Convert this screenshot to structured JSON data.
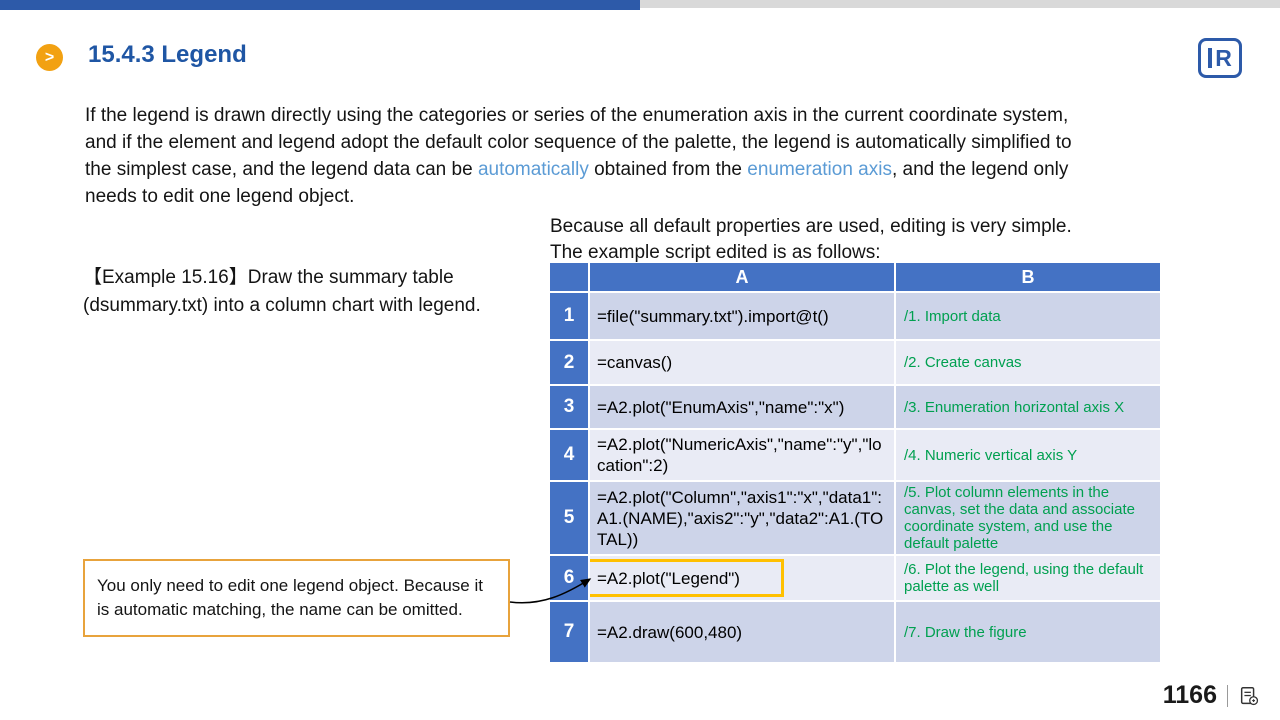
{
  "slide": {
    "title": "15.4.3 Legend",
    "page_number": "1166"
  },
  "intro": {
    "lines": [
      [
        {
          "t": "If the legend is drawn directly using the categories or series of the enumeration axis in the current coordinate system,"
        }
      ],
      [
        {
          "t": "and if the element and legend adopt the default color sequence of the palette, the legend is automatically simplified to"
        }
      ],
      [
        {
          "t": "the simplest case, and the legend data can be "
        },
        {
          "t": "automatically",
          "hl": true
        },
        {
          "t": " obtained from the "
        },
        {
          "t": "enumeration axis",
          "hl": true
        },
        {
          "t": ", and the legend only"
        }
      ],
      [
        {
          "t": "needs to edit one legend object."
        }
      ]
    ]
  },
  "example": {
    "line1": "【Example 15.16】Draw the summary table",
    "line2": "(dsummary.txt) into a column chart with legend."
  },
  "script_intro": {
    "line1": "Because all default properties are used, editing is very simple.",
    "line2": "The example script edited is as follows:"
  },
  "table": {
    "headers": {
      "corner": "",
      "a": "A",
      "b": "B"
    },
    "rows": [
      {
        "num": "1",
        "code": "=file(\"summary.txt\").import@t()",
        "comment": "/1. Import data"
      },
      {
        "num": "2",
        "code": "=canvas()",
        "comment": "/2. Create canvas"
      },
      {
        "num": "3",
        "code": "=A2.plot(\"EnumAxis\",\"name\":\"x\")",
        "comment": "/3. Enumeration horizontal axis X"
      },
      {
        "num": "4",
        "code": "=A2.plot(\"NumericAxis\",\"name\":\"y\",\"location\":2)",
        "comment": "/4. Numeric vertical axis Y"
      },
      {
        "num": "5",
        "code": "=A2.plot(\"Column\",\"axis1\":\"x\",\"data1\":A1.(NAME),\"axis2\":\"y\",\"data2\":A1.(TOTAL))",
        "comment": "/5. Plot column elements in the canvas, set the data and associate coordinate system, and use the default palette"
      },
      {
        "num": "6",
        "code": "=A2.plot(\"Legend\")",
        "comment": "/6. Plot the legend, using the default palette as well",
        "highlight": true
      },
      {
        "num": "7",
        "code": "=A2.draw(600,480)",
        "comment": "/7. Draw the figure"
      }
    ]
  },
  "callout": {
    "text": "You only need to edit one legend object. Because it is automatic matching, the name can be omitted."
  },
  "colors": {
    "accent_blue": "#1F56A4",
    "table_header_blue": "#4472C4",
    "band_dark": "#CDD4E9",
    "band_light": "#E9EBF5",
    "comment_green": "#00A050",
    "link_blue": "#5B9BD5",
    "callout_orange": "#E8A33C",
    "highlight_orange": "#FFC000",
    "icon_orange": "#F2A112",
    "topbar_blue": "#2D5AA9",
    "topbar_gray": "#D9D9D9"
  }
}
